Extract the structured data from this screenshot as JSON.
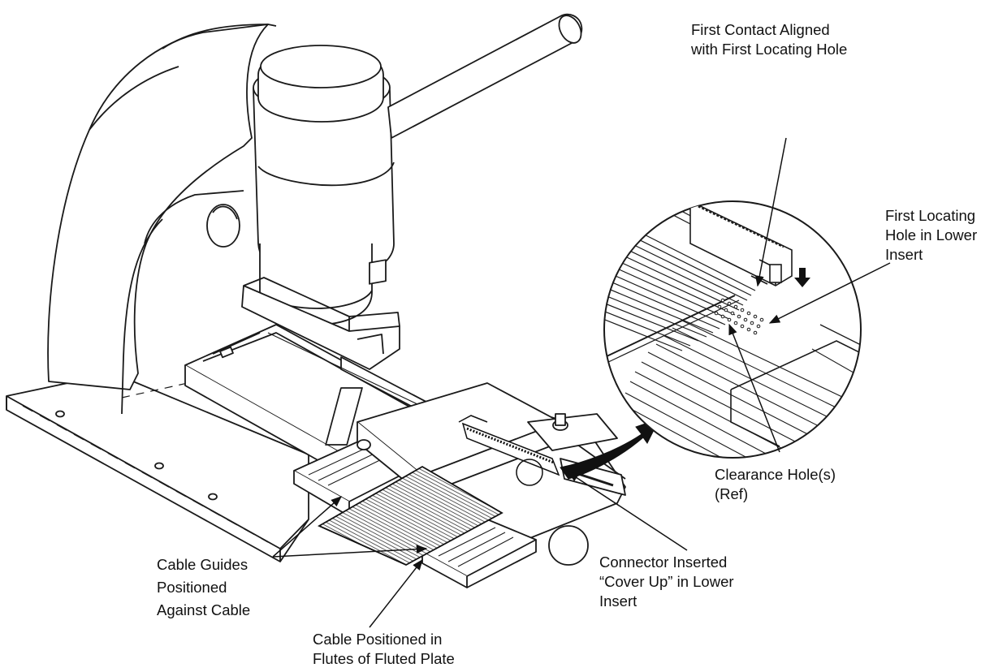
{
  "labels": {
    "first_contact": [
      "First Contact Aligned",
      "with First Locating Hole"
    ],
    "first_locating_hole": [
      "First Locating",
      "Hole in Lower",
      "Insert"
    ],
    "clearance_holes": [
      "Clearance Hole(s)",
      "(Ref)"
    ],
    "connector_inserted": [
      "Connector Inserted",
      "“Cover Up” in Lower",
      "Insert"
    ],
    "cable_guides": [
      "Cable Guides",
      "Positioned",
      "Against Cable"
    ],
    "cable_positioned": [
      "Cable Positioned in",
      "Flutes of Fluted Plate"
    ]
  },
  "colors": {
    "line": "#1a1a1a",
    "fill": "#ffffff"
  }
}
